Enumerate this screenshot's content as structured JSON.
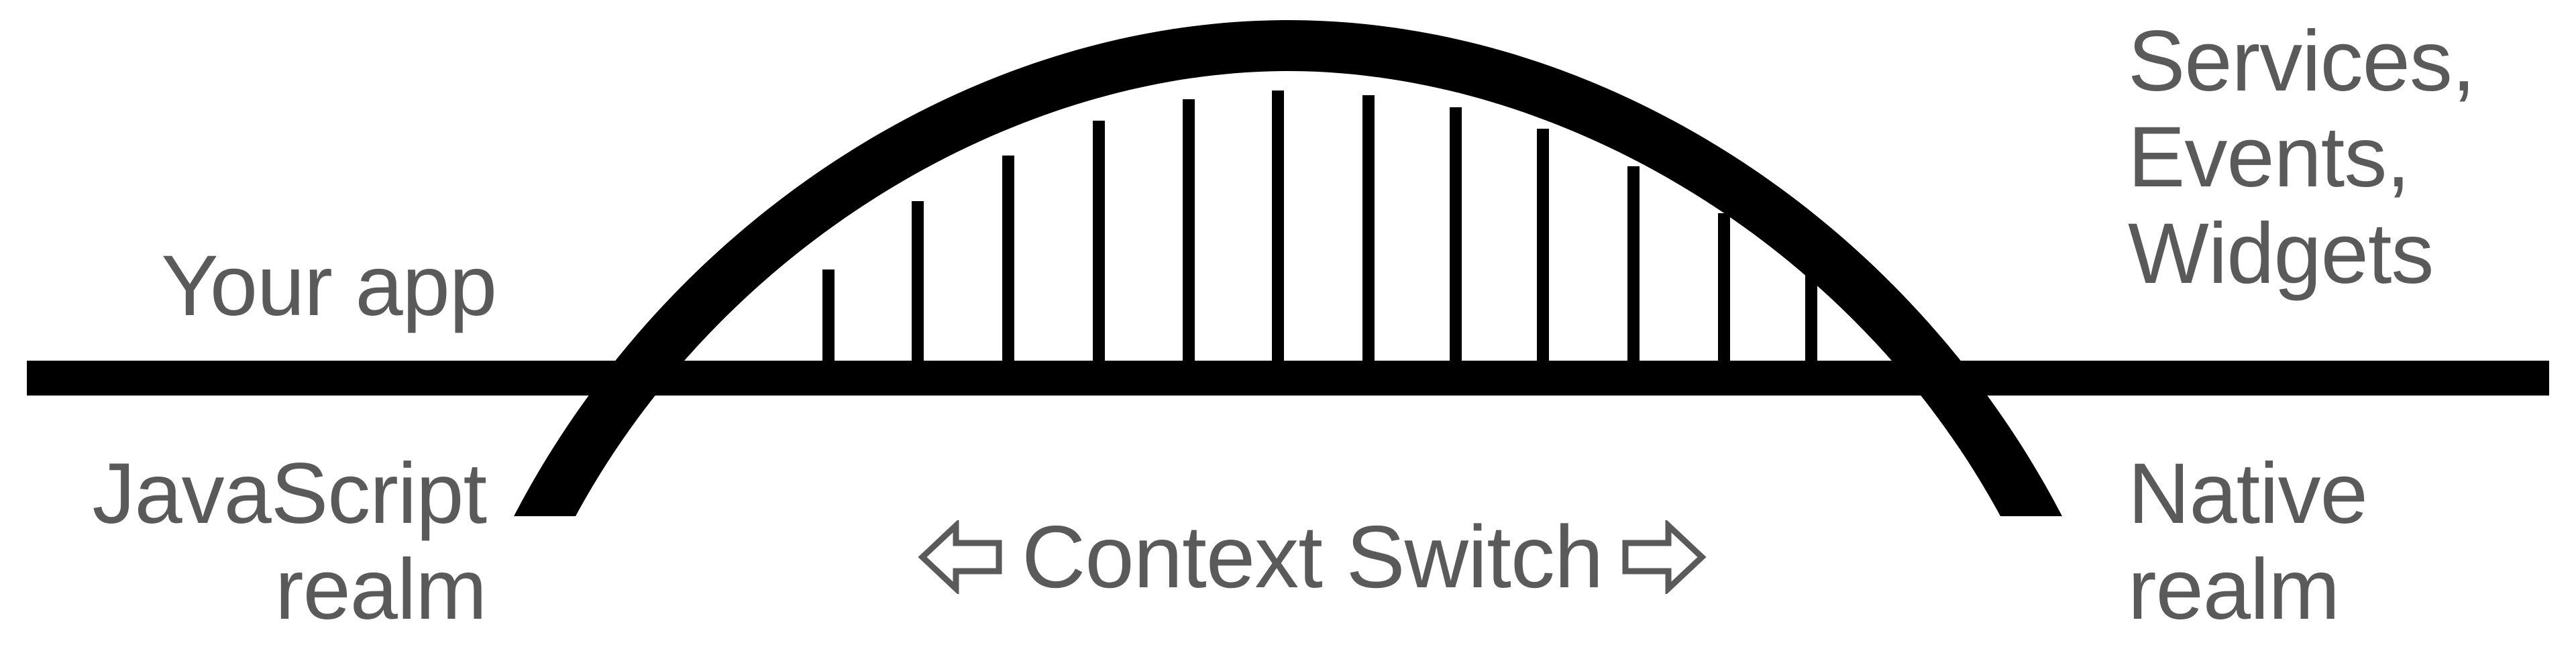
{
  "labels": {
    "app_side": "Your app",
    "js_realm": [
      "JavaScript",
      "realm"
    ],
    "native_side": [
      "Services,",
      "Events,",
      "Widgets"
    ],
    "native_realm": [
      "Native",
      "realm"
    ],
    "context_switch": "Context Switch"
  },
  "icons": {
    "left_arrow": "left-arrow-icon",
    "right_arrow": "right-arrow-icon"
  },
  "colors": {
    "bridge": "#000000",
    "text": "#5a5a5a",
    "background": "#ffffff"
  }
}
